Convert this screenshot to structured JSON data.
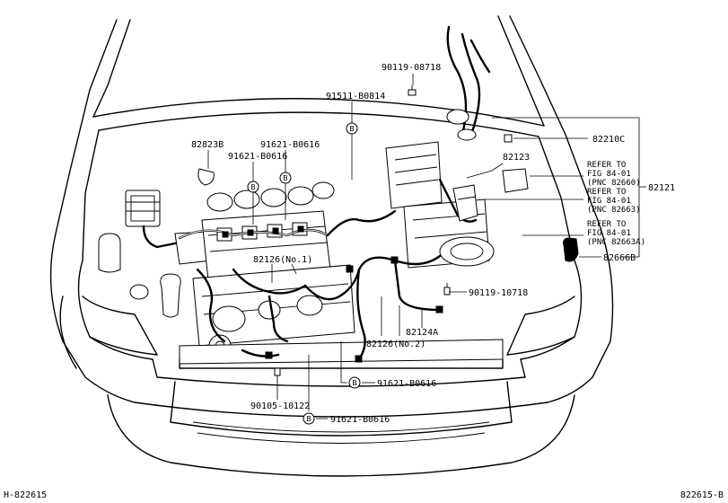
{
  "diagram_code_left": "H-822615",
  "diagram_code_right": "822615-B",
  "bolt_marker_letter": "B",
  "parts": {
    "p90119_08718": "90119-08718",
    "p91511_b0814": "91511-B0814",
    "p82210c": "82210C",
    "p82823b": "82823B",
    "p91621_b0616_a": "91621-B0616",
    "p91621_b0616_b": "91621-B0616",
    "p82123": "82123",
    "p82121": "82121",
    "p82126_no1": "82126(No.1)",
    "p82666b": "82666B",
    "p90119_10718": "90119-10718",
    "p82124a": "82124A",
    "p82126_no2": "82126(No.2)",
    "p91621_b0616_c": "91621-B0616",
    "p90105_10122": "90105-10122",
    "p91621_b0616_d": "91621-B0616"
  },
  "references": [
    {
      "line1": "REFER TO",
      "line2": "FIG 84-01",
      "line3": "(PNC 82660)"
    },
    {
      "line1": "REFER TO",
      "line2": "FIG 84-01",
      "line3": "(PNC 82663)"
    },
    {
      "line1": "REFER TO",
      "line2": "FIG 84-01",
      "line3": "(PNC 82663A)"
    }
  ]
}
